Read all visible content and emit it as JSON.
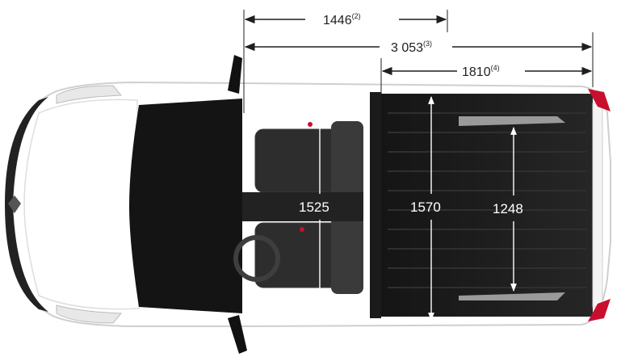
{
  "dimensions": {
    "wheelbase": {
      "value": "1446",
      "note": "(2)"
    },
    "load_length_floor": {
      "value": "3 053",
      "note": "(3)"
    },
    "load_length_rear": {
      "value": "1810",
      "note": "(4)"
    },
    "width_front": {
      "value": "1525"
    },
    "width_middle": {
      "value": "1570"
    },
    "width_wheelarches": {
      "value": "1248"
    }
  },
  "colors": {
    "body": "#ffffff",
    "interior": "#1a1a1a",
    "cargo_floor": "#202020",
    "dimension_lines": "#1f1f1f",
    "tail_light": "#c8102e",
    "mirror": "#111111"
  }
}
